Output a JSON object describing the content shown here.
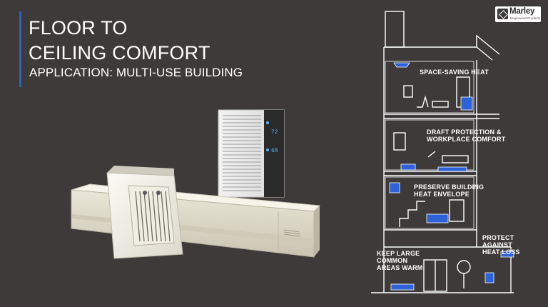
{
  "slide": {
    "title_lines": [
      "FLOOR TO",
      "CEILING COMFORT"
    ],
    "subtitle": "APPLICATION: MULTI-USE BUILDING"
  },
  "logo": {
    "brand": "Marley",
    "tagline": "Engineered Products"
  },
  "thermostat": {
    "reading_top": "72",
    "reading_bottom": "68"
  },
  "callouts": {
    "space_saving": [
      "SPACE-SAVING HEAT"
    ],
    "draft_protection": [
      "DRAFT PROTECTION &",
      "WORKPLACE COMFORT"
    ],
    "preserve_envelope": [
      "PRESERVE BUILDING",
      "HEAT ENVELOPE"
    ],
    "protect_heat_loss": [
      "PROTECT",
      "AGAINST",
      "HEAT LOSS"
    ],
    "common_areas": [
      "KEEP LARGE",
      "COMMON",
      "AREAS WARM"
    ]
  },
  "colors": {
    "background": "#3d3a39",
    "accent": "#2f5fc4",
    "heater_blue": "#2d62d8",
    "line_white": "#ffffff"
  }
}
